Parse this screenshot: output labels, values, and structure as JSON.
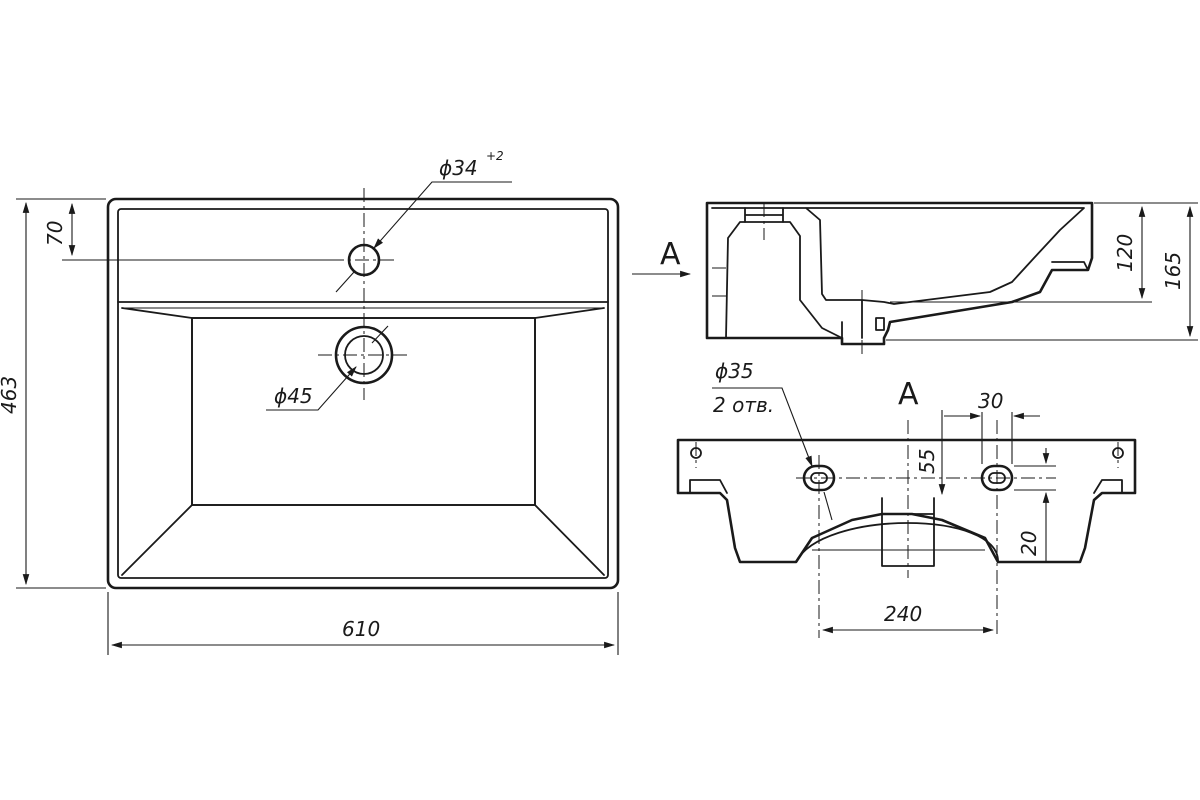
{
  "dimensions": {
    "width": "610",
    "depth": "463",
    "shelf_depth": "70",
    "tap_hole": "ϕ34",
    "tap_hole_tolerance": "+2",
    "drain_hole": "ϕ45",
    "height_total": "165",
    "height_bowl": "120",
    "mount_hole": "ϕ35",
    "mount_hole_count": "2 отв.",
    "mount_spacing": "240",
    "mount_hole_width": "30",
    "mount_offset_top": "55",
    "mount_offset_low": "20"
  },
  "view_label": "A"
}
